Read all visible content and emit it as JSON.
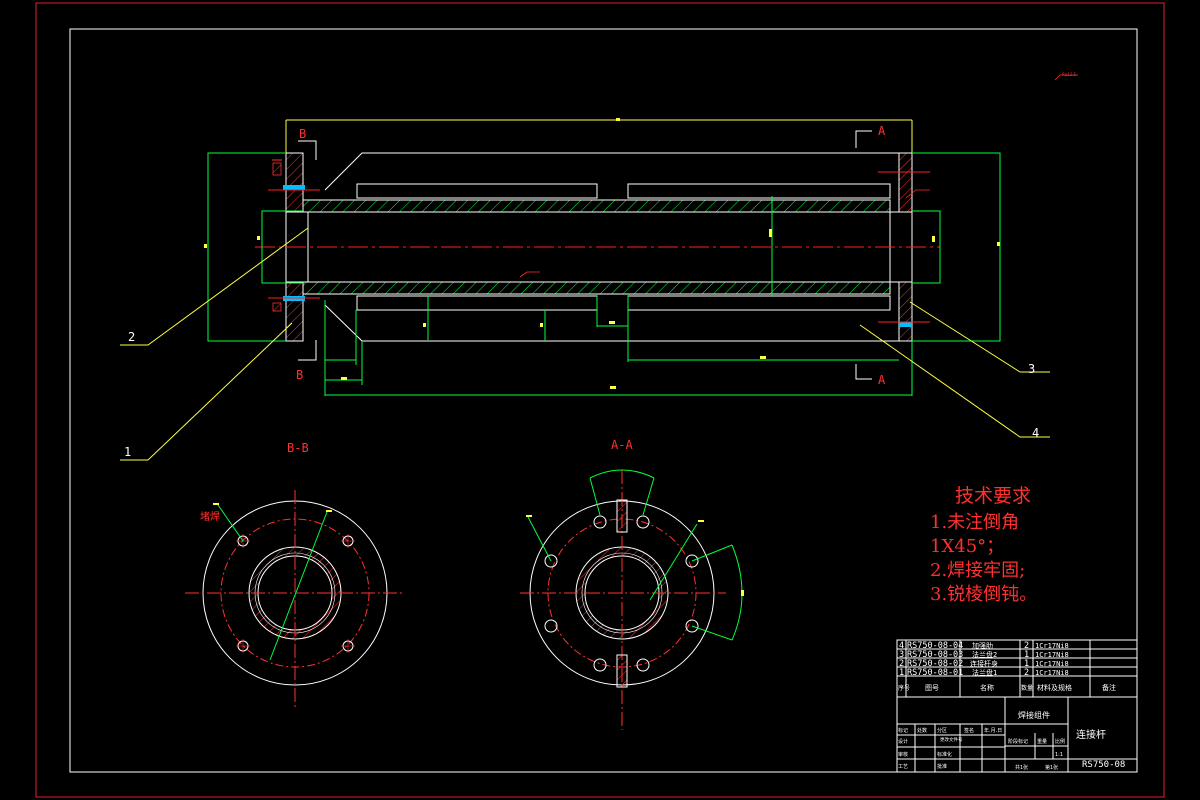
{
  "drawing": {
    "colors": {
      "background": "#000000",
      "outer_border": "#e0202a",
      "frame": "#ffffff",
      "dimension": "#00ff3c",
      "hatch": "#00ff3c",
      "centerline": "#ff2020",
      "leader": "#ffff40",
      "text_red": "#ff3030",
      "table": "#ffffff"
    },
    "section_marks": {
      "b_top": "B",
      "b_bottom": "B",
      "a_top": "A",
      "a_bottom": "A"
    },
    "balloons": [
      "1",
      "2",
      "3",
      "4"
    ],
    "views": {
      "bb_title": "B-B",
      "aa_title": "A-A",
      "bb_note": "堵焊"
    },
    "tech_requirements": {
      "title": "技术要求",
      "items": [
        "1.未注倒角",
        "1X45°；",
        "2.焊接牢固;",
        "3.锐棱倒钝。"
      ]
    },
    "bom": {
      "rows": [
        {
          "no": "4",
          "code": "RS750-08-04",
          "name": "加强肋",
          "qty": "2",
          "material": "1Cr17Ni8"
        },
        {
          "no": "3",
          "code": "RS750-08-03",
          "name": "法兰盘2",
          "qty": "1",
          "material": "1Cr17Ni8"
        },
        {
          "no": "2",
          "code": "RS750-08-02",
          "name": "连接杆身",
          "qty": "1",
          "material": "1Cr17Ni8"
        },
        {
          "no": "1",
          "code": "RS750-08-01",
          "name": "法兰盘1",
          "qty": "2",
          "material": "1Cr17Ni8"
        }
      ],
      "header": {
        "no": "序号",
        "code": "图号",
        "name": "名称",
        "qty": "数量",
        "material": "材料及规格",
        "remark": "备注"
      }
    },
    "title_block": {
      "assembly": "焊接组件",
      "part_name": "连接杆",
      "drawing_no": "RS750-08",
      "scale": "1:1",
      "sheet_total": "共1张",
      "sheet_no": "第1张",
      "labels": {
        "mark": "标记",
        "count": "处数",
        "zone": "分区",
        "change": "更改文件号",
        "sign": "签名",
        "date": "年.月.日",
        "design": "设计",
        "check": "审核",
        "craft": "工艺",
        "standard": "标准化",
        "approve": "批准",
        "stage": "阶段标记",
        "weight": "重量",
        "ratio": "比例"
      }
    },
    "roughness_top_right": "Ra12.5"
  }
}
